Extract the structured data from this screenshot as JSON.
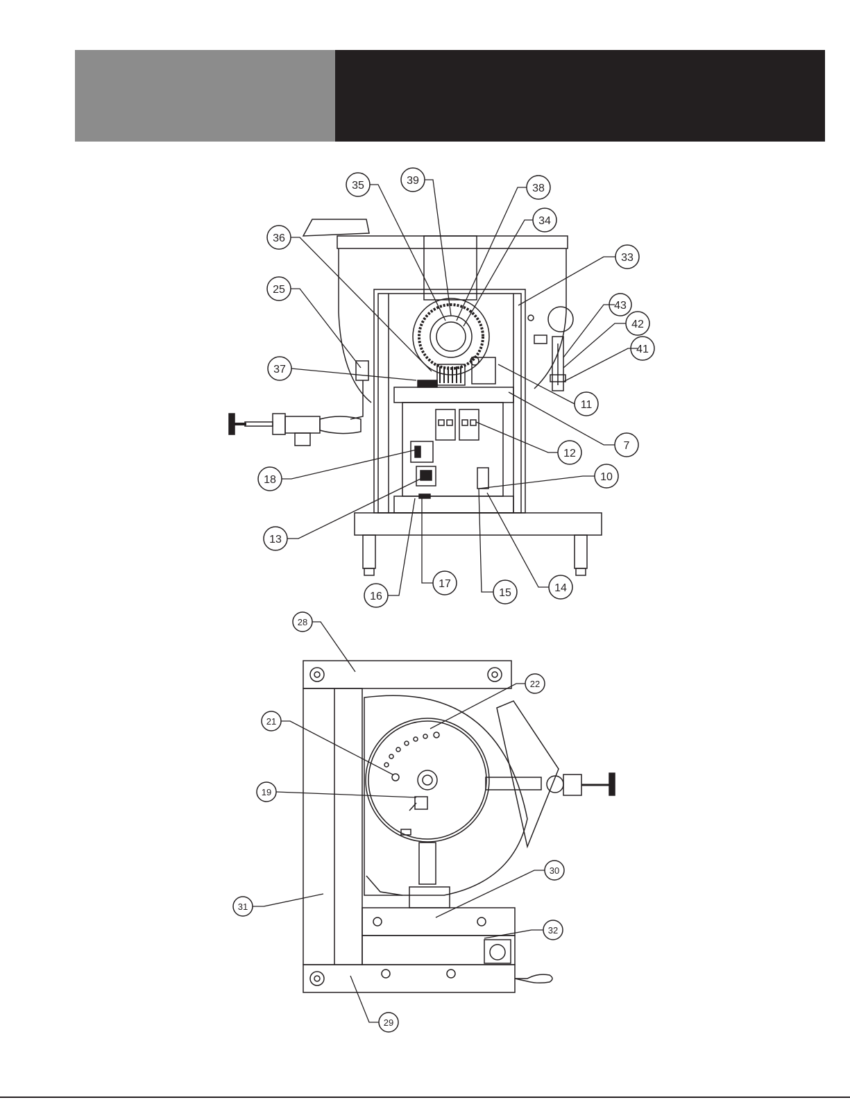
{
  "header": {
    "left_color": "#8c8c8c",
    "right_color": "#231f20"
  },
  "top_view_callouts": [
    "35",
    "39",
    "38",
    "34",
    "36",
    "33",
    "25",
    "43",
    "42",
    "41",
    "37",
    "11",
    "7",
    "12",
    "18",
    "10",
    "13",
    "17",
    "15",
    "14",
    "16"
  ],
  "bottom_view_callouts": [
    "28",
    "22",
    "21",
    "19",
    "30",
    "31",
    "32",
    "29"
  ]
}
